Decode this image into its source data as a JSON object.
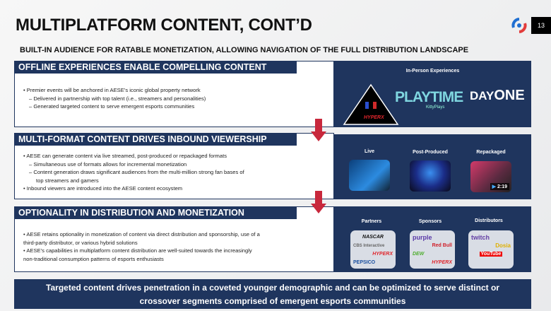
{
  "title": "MULTIPLATFORM CONTENT, CONT’D",
  "page_number": "13",
  "subtitle": "BUILT-IN AUDIENCE FOR RATABLE MONETIZATION, ALLOWING NAVIGATION OF THE FULL DISTRIBUTION LANDSCAPE",
  "sections": [
    {
      "header": "OFFLINE EXPERIENCES ENABLE COMPELLING CONTENT CREATION",
      "bullets": [
        "•  Premier events will be anchored in AESE’s iconic global property network",
        "–  Delivered in partnership with top talent (i.e., streamers and personalities)",
        "–  Generated targeted content to serve emergent esports communities"
      ],
      "panel_label": "In-Person Experiences",
      "logos": [
        "HYPERX",
        "PLAYTIME",
        "KittyPlays",
        "DAY",
        "ONE"
      ]
    },
    {
      "header": "MULTI-FORMAT CONTENT DRIVES INBOUND VIEWERSHIP",
      "bullets": [
        "•  AESE can generate content via live streamed, post-produced or repackaged formats",
        "–  Simultaneous use of formats allows for incremental monetization",
        "–  Content generation draws significant audiences from the multi-million strong fan bases of",
        "    top streamers and gamers",
        "•  Inbound viewers are introduced into the AESE content ecosystem"
      ],
      "panel_labels": [
        "Live",
        "Post-Produced",
        "Repackaged"
      ],
      "video_duration": "2:19"
    },
    {
      "header": "OPTIONALITY IN DISTRIBUTION AND MONETIZATION",
      "bullets": [
        "•  AESE retains optionality in monetization of content via direct distribution and sponsorship, use of a",
        "third-party distributor, or various hybrid solutions",
        "•  AESE’s capabilities in multiplatform content distribution are well-suited towards the increasingly",
        "non-traditional consumption patterns of esports enthusiasts"
      ],
      "panel_labels": [
        "Partners",
        "Sponsors",
        "Distributors"
      ],
      "partners": [
        "NASCAR",
        "CBS Interactive",
        "HYPERX",
        "PEPSICO"
      ],
      "sponsors": [
        "purple",
        "Red Bull",
        "DEW",
        "HYPERX"
      ],
      "distributors": [
        "twitch",
        "Dosia",
        "YouTube"
      ]
    }
  ],
  "banner": [
    "Targeted content drives penetration in a coveted younger demographic and can be optimized to serve distinct or",
    "crossover segments comprised of emergent esports communities"
  ]
}
